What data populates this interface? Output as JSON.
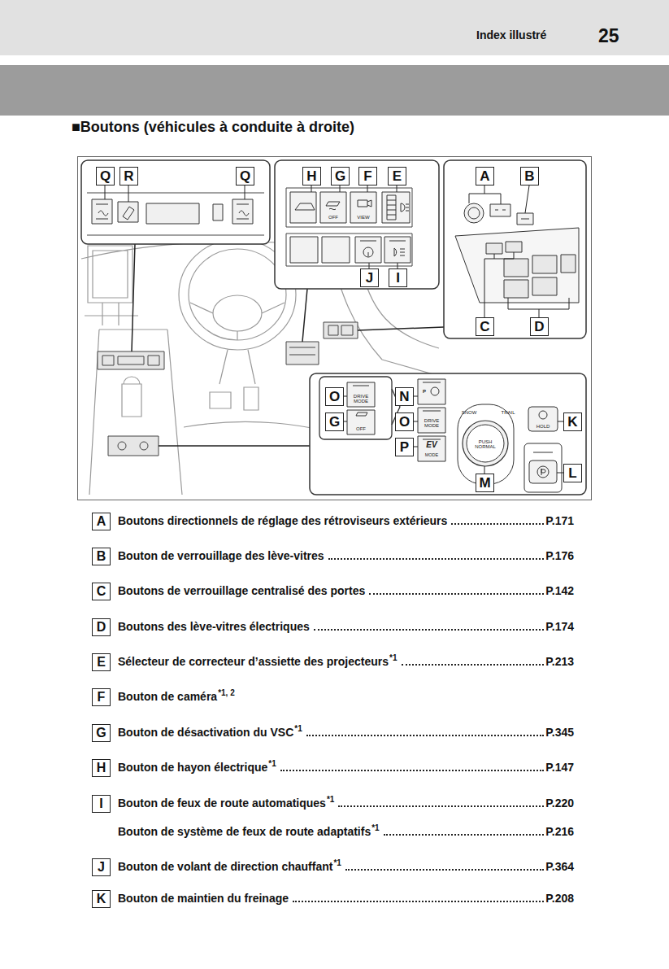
{
  "diagram": {
    "title": "■Boutons (véhicules à conduite à droite)",
    "nodes": [
      {
        "text": [
          "Q"
        ]
      },
      {
        "text": [
          "R"
        ]
      },
      {
        "text": [
          "Q"
        ]
      },
      {
        "text": [
          "H"
        ]
      },
      {
        "text": [
          "G"
        ]
      },
      {
        "text": [
          "F"
        ]
      },
      {
        "text": [
          "E"
        ]
      },
      {
        "text": [
          "A"
        ]
      },
      {
        "text": [
          "B"
        ]
      },
      {
        "text": [
          "J"
        ]
      },
      {
        "text": [
          "I"
        ]
      },
      {
        "text": [
          "C"
        ]
      },
      {
        "text": [
          "D"
        ]
      },
      {
        "text": [
          "O"
        ]
      },
      {
        "text": [
          "N"
        ]
      },
      {
        "text": [
          "G"
        ]
      },
      {
        "text": [
          "O"
        ]
      },
      {
        "text": [
          "K"
        ]
      },
      {
        "text": [
          "P"
        ]
      },
      {
        "text": [
          "L"
        ]
      },
      {
        "text": [
          "M"
        ]
      },
      {
        "text": [
          "A"
        ]
      },
      {
        "text": [
          "B"
        ]
      },
      {
        "text": [
          "C"
        ]
      },
      {
        "text": [
          "D"
        ]
      },
      {
        "text": [
          "E"
        ]
      },
      {
        "text": [
          "F"
        ]
      },
      {
        "text": [
          "G"
        ]
      },
      {
        "text": [
          "H"
        ]
      },
      {
        "text": [
          "I"
        ]
      },
      {
        "text": [
          "J"
        ]
      },
      {
        "text": [
          "K"
        ]
      }
    ],
    "labels": [
      "Index illustré",
      "25",
      "OFF",
      "VIEW",
      "DRIVE MODE",
      "OFF",
      "P",
      "DRIVE MODE",
      "EV",
      "MODE",
      "SNOW",
      "TRAIL",
      "PUSH NORMAL",
      "HOLD",
      "Boutons directionnels de réglage des rétroviseurs extérieurs",
      "P.171",
      "Bouton de verrouillage des lève-vitres",
      "P.176",
      "Boutons de verrouillage centralisé des portes",
      "P.142",
      "Boutons des lève-vitres électriques",
      "P.174",
      "Sélecteur de correcteur d’assiette des projecteurs",
      "*1",
      "P.213",
      "Bouton de caméra",
      "*1, 2",
      "Bouton de désactivation du VSC",
      "*1",
      "P.345",
      "Bouton de hayon électrique",
      "*1",
      "P.147",
      "Bouton de feux de route automatiques",
      "*1",
      "P.220",
      "Bouton de système de feux de route adaptatifs",
      "*1",
      "P.216",
      "Bouton de volant de direction chauffant",
      "*1",
      "P.364",
      "Bouton de maintien du freinage",
      "P.208"
    ]
  }
}
